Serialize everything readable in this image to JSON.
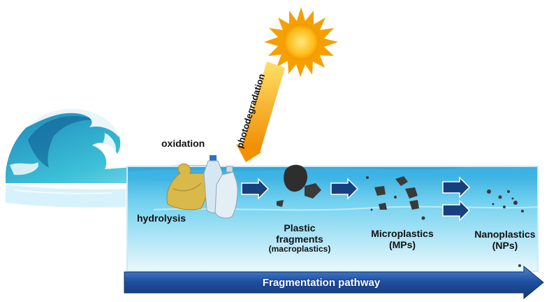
{
  "labels": {
    "oxidation": "oxidation",
    "hydrolysis": "hydrolysis",
    "photodegradation": "photodegradation",
    "plastic_fragments": [
      "Plastic",
      "fragments",
      "(macroplastics)"
    ],
    "microplastics": [
      "Microplastics",
      "(MPs)"
    ],
    "nanoplastics": [
      "Nanoplastics",
      "(NPs)"
    ],
    "pathway": "Fragmentation pathway"
  },
  "colors": {
    "sun": "#f5a000",
    "sun_core": "#ffd23a",
    "beam": "#f7a81a",
    "water": "#5ec3e8",
    "wave_dark": "#1a6fa8",
    "arrow_blue": "#17407e",
    "pathway_arrow": "#1f4e9a"
  },
  "icons": [
    "sun-icon",
    "wave-icon",
    "plastic-bag-icon",
    "plastic-bottle-icon",
    "step-arrow-icon"
  ]
}
